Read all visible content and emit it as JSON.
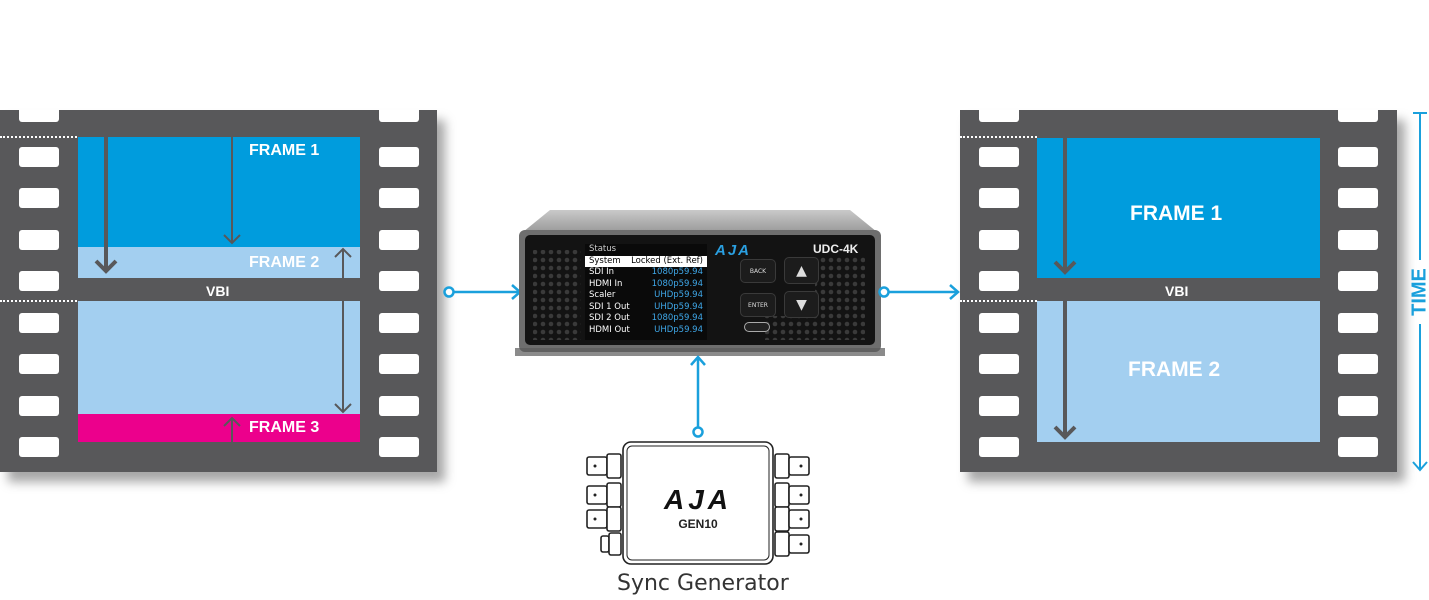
{
  "colors": {
    "film": "#58585a",
    "frame_dark_blue": "#009cdd",
    "frame_light_blue": "#a3cff0",
    "frame_magenta": "#ec008c",
    "connector_blue": "#1aa0dc",
    "arrow_gray": "#58585a"
  },
  "left_film": {
    "frames": [
      "FRAME 1",
      "FRAME 2",
      "FRAME 3"
    ],
    "vbi_label": "VBI"
  },
  "right_film": {
    "frames": [
      "FRAME 1",
      "FRAME 2"
    ],
    "vbi_label": "VBI",
    "time_label": "TIME"
  },
  "udc": {
    "brand": "AJA",
    "model": "UDC-4K",
    "screen_title": "Status",
    "status_rows": [
      {
        "label": "System",
        "value": "Locked (Ext. Ref)",
        "selected": true
      },
      {
        "label": "SDI In",
        "value": "1080p59.94"
      },
      {
        "label": "HDMI In",
        "value": "1080p59.94"
      },
      {
        "label": "Scaler",
        "value": "UHDp59.94"
      },
      {
        "label": "SDI 1 Out",
        "value": "UHDp59.94"
      },
      {
        "label": "SDI 2 Out",
        "value": "1080p59.94"
      },
      {
        "label": "HDMI Out",
        "value": "UHDp59.94"
      }
    ],
    "buttons": {
      "back": "BACK",
      "enter": "ENTER",
      "up": "▲",
      "down": "▼"
    }
  },
  "gen10": {
    "brand": "AJA",
    "model": "GEN10",
    "caption": "Sync Generator"
  }
}
